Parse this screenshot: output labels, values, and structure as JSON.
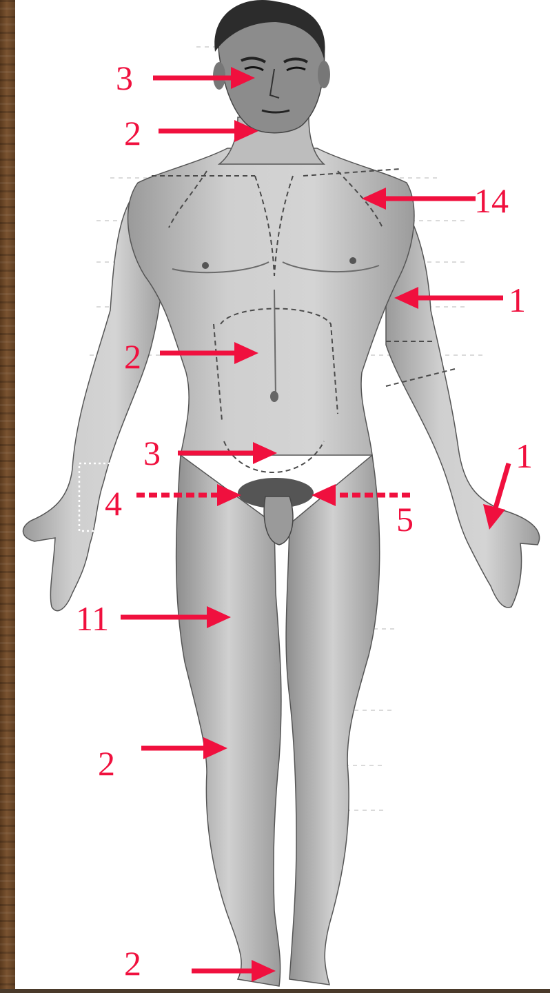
{
  "labels": {
    "eye": "3",
    "chin": "2",
    "shoulder": "14",
    "arm": "1",
    "abdomen": "2",
    "lower_abdomen": "3",
    "right_hand": "1",
    "groin_left": "4",
    "groin_right": "5",
    "thigh": "11",
    "knee": "2",
    "foot": "2"
  },
  "colors": {
    "annotation": "#f0103e",
    "skin": "#c9c9c9",
    "skin_shadow": "#8a8a8a",
    "hair": "#2a2a2a",
    "wood": "#6b4a2b",
    "guide_line": "#9a9a9a"
  }
}
